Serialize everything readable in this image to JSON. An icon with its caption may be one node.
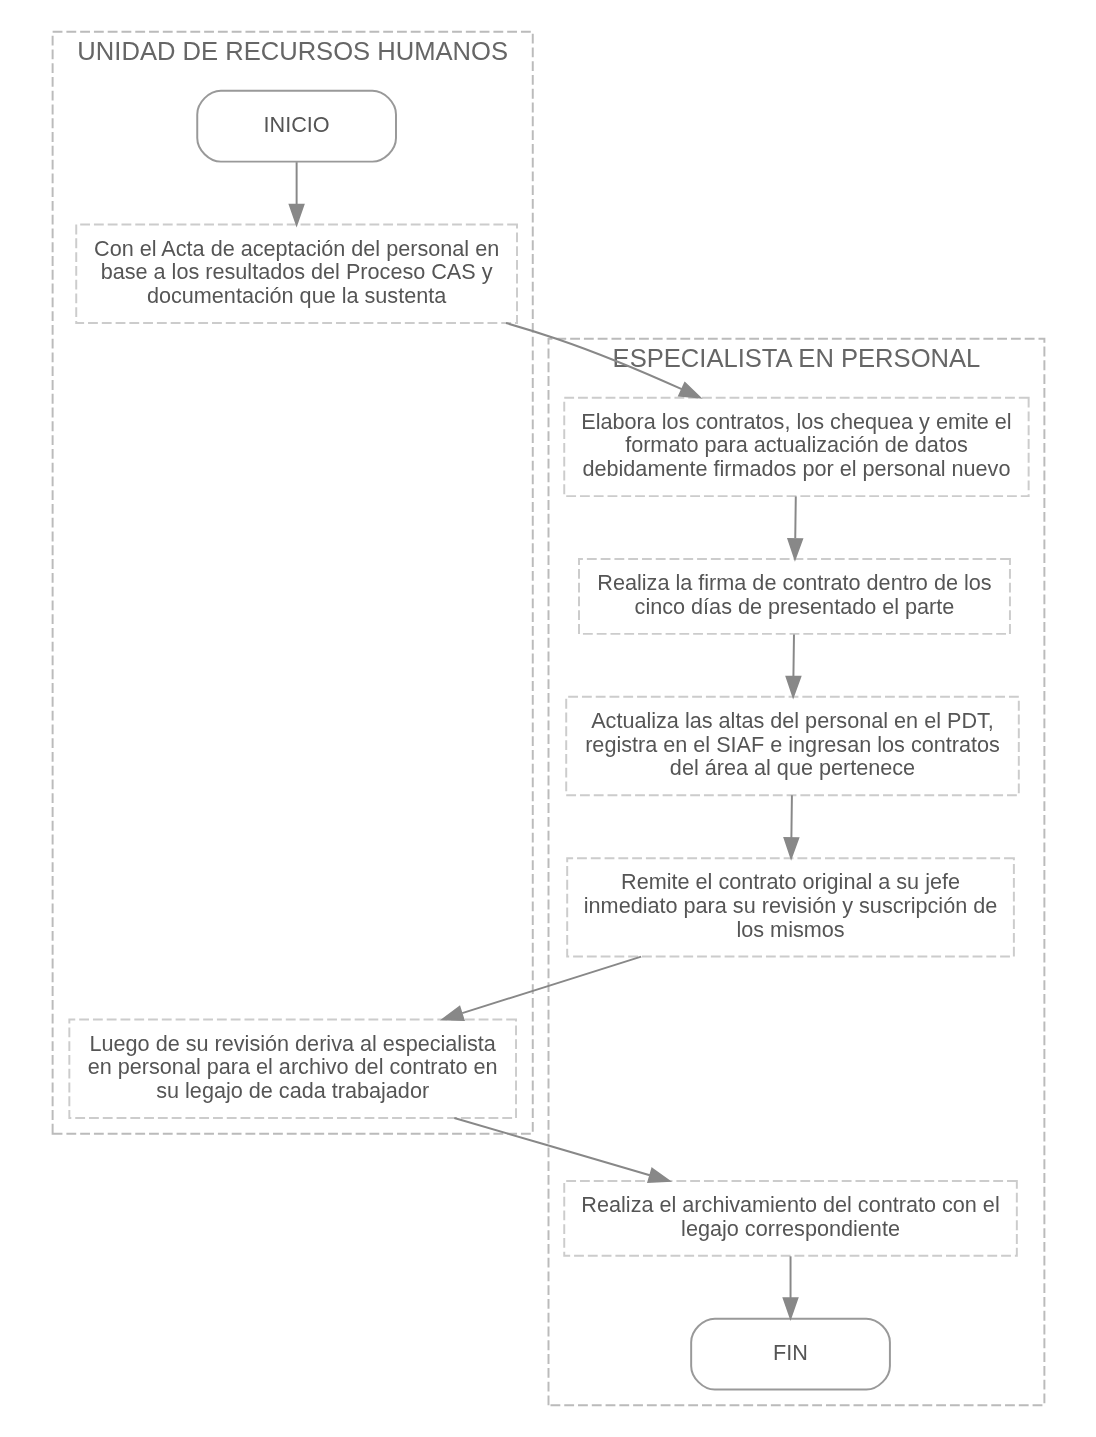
{
  "diagram": {
    "nodes": [
      {
        "text": [
          "UNIDAD DE RECURSOS HUMANOS"
        ]
      },
      {
        "text": [
          "ESPECIALISTA EN PERSONAL"
        ]
      },
      {
        "text": [
          "INICIO"
        ],
        "in": 0
      },
      {
        "text": [
          "Con el Acta de aceptación del personal en base a los resultados del Proceso CAS y documentación que la sustenta"
        ],
        "in": 0
      },
      {
        "text": [
          "Elabora los contratos, los chequea y emite el formato para actualización de datos debidamente firmados por el personal nuevo"
        ],
        "in": 1
      },
      {
        "text": [
          "Realiza la firma de contrato dentro de los cinco días de presentado el parte"
        ],
        "in": 1
      },
      {
        "text": [
          "Actualiza las altas del personal en el PDT, registra en el SIAF e ingresan los contratos del área al que pertenece"
        ],
        "in": 1
      },
      {
        "text": [
          "Remite el contrato original a su jefe inmediato para su revisión y suscripción de los mismos"
        ],
        "in": 1
      },
      {
        "text": [
          "Luego de su revisión deriva al especialista en personal para el archivo del contrato en su legajo de cada trabajador"
        ],
        "in": 0
      },
      {
        "text": [
          "Realiza el archivamiento del contrato con el legajo correspondiente"
        ],
        "in": 1
      },
      {
        "text": [
          "FIN"
        ],
        "in": 1
      }
    ],
    "edges": [
      {
        "from": 2,
        "to": 3,
        "arrow": "to"
      },
      {
        "from": 3,
        "to": 4,
        "arrow": "to"
      },
      {
        "from": 4,
        "to": 5,
        "arrow": "to"
      },
      {
        "from": 5,
        "to": 6,
        "arrow": "to"
      },
      {
        "from": 6,
        "to": 7,
        "arrow": "to"
      },
      {
        "from": 7,
        "to": 8,
        "arrow": "to"
      },
      {
        "from": 8,
        "to": 9,
        "arrow": "to"
      },
      {
        "from": 9,
        "to": 10,
        "arrow": "to"
      }
    ]
  }
}
